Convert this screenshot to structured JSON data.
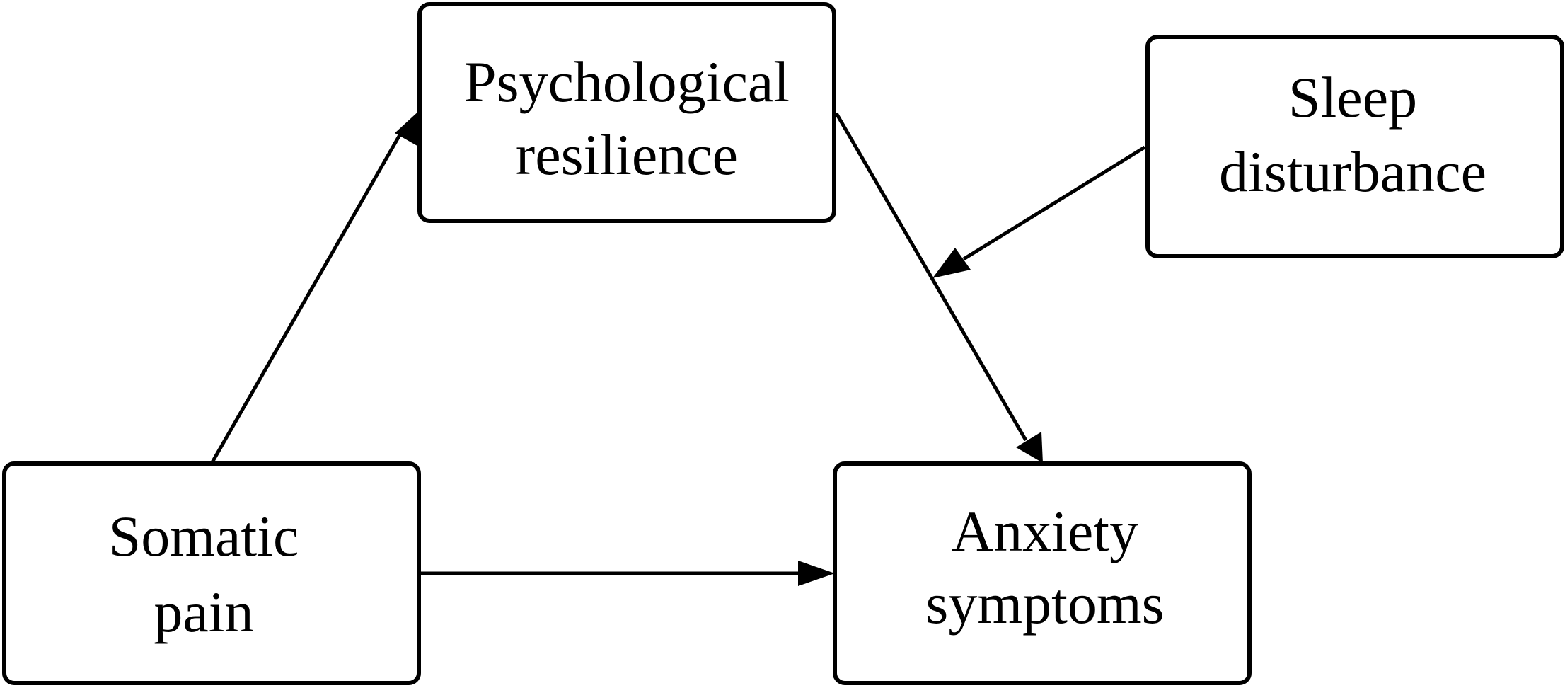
{
  "nodes": {
    "psychological_resilience": {
      "line1": "Psychological",
      "line2": "resilience"
    },
    "sleep_disturbance": {
      "line1": "Sleep",
      "line2": "disturbance"
    },
    "somatic_pain": {
      "line1": "Somatic",
      "line2": "pain"
    },
    "anxiety_symptoms": {
      "line1": "Anxiety",
      "line2": "symptoms"
    }
  },
  "edges": [
    {
      "from": "Somatic pain",
      "to": "Psychological resilience"
    },
    {
      "from": "Psychological resilience",
      "to": "Anxiety symptoms"
    },
    {
      "from": "Somatic pain",
      "to": "Anxiety symptoms"
    },
    {
      "from": "Sleep disturbance",
      "to": "Psychological resilience → Anxiety symptoms path"
    }
  ],
  "colors": {
    "stroke": "#000000",
    "background": "#ffffff"
  }
}
